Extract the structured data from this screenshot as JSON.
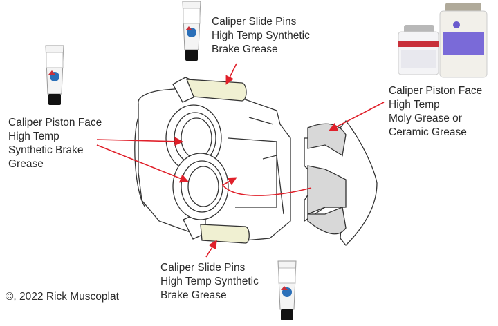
{
  "labels": {
    "top_pins": [
      "Caliper Slide Pins",
      "High Temp Synthetic",
      "Brake Grease"
    ],
    "left_piston": [
      "Caliper Piston Face",
      "High Temp",
      "Synthetic Brake",
      "Grease"
    ],
    "right_pad": [
      "Caliper Piston Face",
      "High Temp",
      "Moly Grease or",
      "Ceramic Grease"
    ],
    "bottom_pins": [
      "Caliper Slide Pins",
      "High Temp Synthetic",
      "Brake Grease"
    ]
  },
  "copyright": "©, 2022 Rick Muscoplat",
  "colors": {
    "arrow": "#e0202a",
    "pin": "#f0f0d2",
    "pad": "#d8d8d8",
    "line": "#333333",
    "jar_label": "#6a5acd",
    "jar_red": "#c8303a"
  },
  "icons": [
    "grease-tube-icon",
    "grease-jar-icon",
    "caliper-illustration",
    "brake-pad-illustration"
  ]
}
